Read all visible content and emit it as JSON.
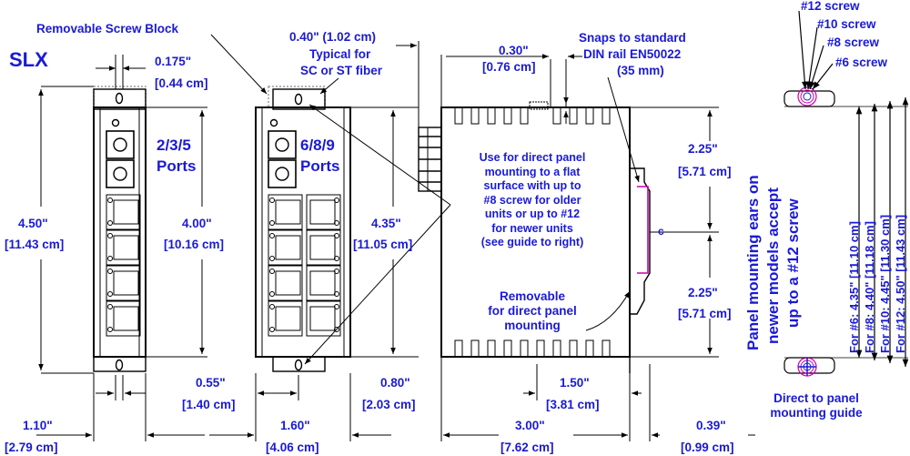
{
  "model": "SLX",
  "callouts": {
    "removable_screw_block": "Removable Screw Block",
    "fiber_offset": "0.40\" (1.02 cm)",
    "fiber_typical_1": "Typical for",
    "fiber_typical_2": "SC or ST fiber",
    "din_top": "Snaps to standard",
    "din_rail": "DIN rail EN50022",
    "din_size": "(35 mm)",
    "direct_mount_note": "Use for direct panel\nmounting to a flat\nsurface with up to\n#8 screw for older\nunits or up to #12\nfor newer units\n(see guide to right)",
    "removable_mount": "Removable\nfor direct panel\nmounting",
    "panel_guide": "Direct to panel\nmounting guide"
  },
  "ports_small": {
    "line1": "2/3/5",
    "line2": "Ports"
  },
  "ports_large": {
    "line1": "6/8/9",
    "line2": "Ports"
  },
  "dims": {
    "ear_width_in": "0.175\"",
    "ear_width_cm": "[0.44 cm]",
    "height_overall_in": "4.50\"",
    "height_overall_cm": "[11.43 cm]",
    "hole_spacing_in": "4.00\"",
    "hole_spacing_cm": "[10.16 cm]",
    "body_height_in": "4.35\"",
    "body_height_cm": "[11.05 cm]",
    "depth_top_in": "0.30\"",
    "depth_top_cm": "[0.76 cm]",
    "rail_upper_in": "2.25\"",
    "rail_upper_cm": "[5.71 cm]",
    "rail_lower_in": "2.25\"",
    "rail_lower_cm": "[5.71 cm]",
    "hole_offset_small_in": "0.55\"",
    "hole_offset_small_cm": "[1.40 cm]",
    "hole_offset_large_in": "0.80\"",
    "hole_offset_large_cm": "[2.03 cm]",
    "width_small_in": "1.10\"",
    "width_small_cm": "[2.79 cm]",
    "width_large_in": "1.60\"",
    "width_large_cm": "[4.06 cm]",
    "rail_offset_in": "1.50\"",
    "rail_offset_cm": "[3.81 cm]",
    "depth_in": "3.00\"",
    "depth_cm": "[7.62 cm]",
    "rail_depth_in": "0.39\"",
    "rail_depth_cm": "[0.99 cm]"
  },
  "screws": [
    "#12 screw",
    "#10 screw",
    "#8 screw",
    "#6 screw"
  ],
  "ears_note": [
    "Panel mounting ears on",
    "newer models accept",
    "up to a #12 screw"
  ],
  "screw_table": [
    "For #6: 4.35\" [11.10 cm]",
    "For #8: 4.40\" [11.18 cm]",
    "For #10: 4.45\" [11.30 cm]",
    "For #12: 4.50\" [11.43 cm]"
  ],
  "rail_center_mark": "c",
  "colors": {
    "text": "#1a1ad6",
    "line": "#000000",
    "guide": "#cc00aa"
  }
}
